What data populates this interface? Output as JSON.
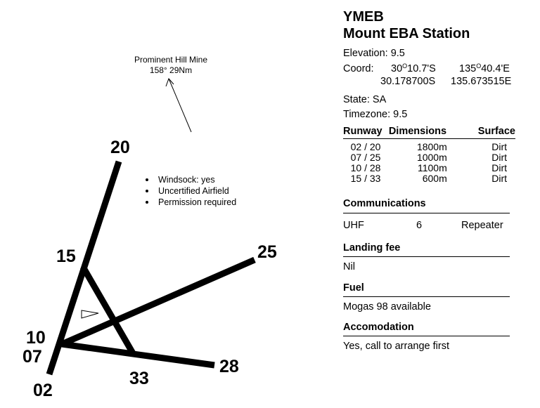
{
  "airfield": {
    "code": "YMEB",
    "name": "Mount EBA Station",
    "elevation": "Elevation: 9.5",
    "coord_label": "Coord:",
    "lat_deg": "30",
    "lat_min": "10.7'S",
    "lon_deg": "135",
    "lon_min": "40.4'E",
    "lat_decimal": "30.178700S",
    "lon_decimal": "135.673515E",
    "state": "State: SA",
    "timezone": "Timezone: 9.5",
    "degree_ring": "O"
  },
  "runway_table": {
    "headers": [
      "Runway",
      "Dimensions",
      "Surface"
    ],
    "rows": [
      [
        "02 / 20",
        "1800m",
        "Dirt"
      ],
      [
        "07 / 25",
        "1000m",
        "Dirt"
      ],
      [
        "10 / 28",
        "1100m",
        "Dirt"
      ],
      [
        "15 / 33",
        "600m",
        "Dirt"
      ]
    ]
  },
  "communications": {
    "title": "Communications",
    "type": "UHF",
    "channel": "6",
    "mode": "Repeater"
  },
  "landing_fee": {
    "title": "Landing fee",
    "value": "Nil"
  },
  "fuel": {
    "title": "Fuel",
    "value": "Mogas 98 available"
  },
  "accommodation": {
    "title": "Accomodation",
    "value": "Yes, call to arrange first"
  },
  "diagram": {
    "destination_name": "Prominent Hill Mine",
    "destination_bearing": "158°  29Nm",
    "runway_numbers": {
      "r02": "02",
      "r20": "20",
      "r07": "07",
      "r25": "25",
      "r10": "10",
      "r28": "28",
      "r15": "15",
      "r33": "33"
    },
    "notes": [
      "Windsock: yes",
      "Uncertified Airfield",
      "Permission required"
    ]
  }
}
